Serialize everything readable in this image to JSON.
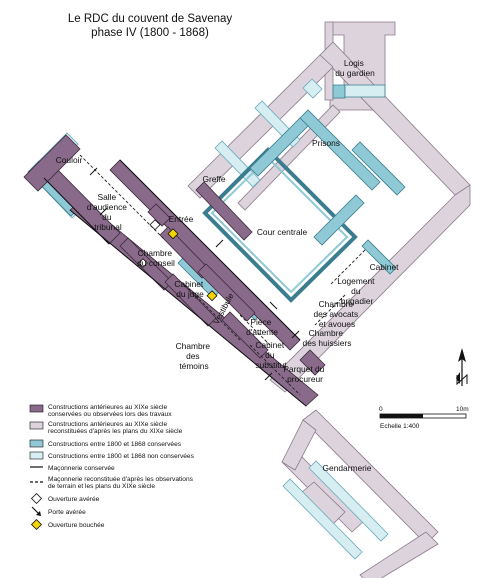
{
  "title": {
    "line1": "Le RDC du couvent de Savenay",
    "line2": "phase IV (1800 - 1868)"
  },
  "colors": {
    "purple_fill": "#8a6a8a",
    "light_purple_fill": "#dcd3dd",
    "blue_fill": "#8fc9d6",
    "light_blue_fill": "#d6eef2",
    "line_dark": "#3a3a3a",
    "yellow": "#f1d400"
  },
  "rooms": {
    "logis": [
      "Logis",
      "du gardien"
    ],
    "prisons": "Prisons",
    "greffe": "Greffe",
    "couloir": "Couloir",
    "salle": [
      "Salle",
      "d'audience",
      "du",
      "tribunal"
    ],
    "entree": "Entrée",
    "cour": "Cour centrale",
    "chambre_conseil": [
      "Chambre",
      "du conseil"
    ],
    "cabinet_juge": [
      "Cabinet",
      "du juge"
    ],
    "vestibule": "Vestibule",
    "piece_attente": [
      "Pièce",
      "d'attente"
    ],
    "cabinet_substitut": [
      "Cabinet",
      "du",
      "substitut"
    ],
    "chambre_temoins": [
      "Chambre",
      "des",
      "témoins"
    ],
    "parquet": [
      "Parquet du",
      "procureur"
    ],
    "cabinet_right": "Cabinet",
    "logement_brigadier": [
      "Logement",
      "du",
      "brigadier"
    ],
    "chambre_avocats": [
      "Chambre",
      "des avocats",
      "et avoues"
    ],
    "chambre_huissiers": [
      "Chambre",
      "des huissiers"
    ],
    "gendarmerie": "Gendarmerie"
  },
  "legend": [
    {
      "icon": "purple-swatch-icon",
      "lines": [
        "Constructions antérieures au XIXe siècle",
        "conservées ou observées lors des travaux"
      ]
    },
    {
      "icon": "light-purple-swatch-icon",
      "lines": [
        "Constructions antérieures au XIXe siècle",
        "reconstituées d'après les plans du XIXe siècle"
      ]
    },
    {
      "icon": "blue-swatch-icon",
      "lines": [
        "Constructions entre 1800 et 1868 conservées"
      ]
    },
    {
      "icon": "light-blue-swatch-icon",
      "lines": [
        "Constructions entre 1800 et 1868 non conservées"
      ]
    },
    {
      "icon": "solid-line-icon",
      "lines": [
        "Maçonnerie conservée"
      ]
    },
    {
      "icon": "dashed-line-icon",
      "lines": [
        "Maçonnerie reconstituée d'après les observations",
        "de terrain et les plans du XIXe siècle"
      ]
    },
    {
      "icon": "diamond-icon",
      "lines": [
        "Ouverture avérée"
      ]
    },
    {
      "icon": "arrow-icon",
      "lines": [
        "Porte avérée"
      ]
    },
    {
      "icon": "yellow-diamond-icon",
      "lines": [
        "Ouverture bouchée"
      ]
    }
  ],
  "scale": {
    "zero": "0",
    "max": "10m",
    "label": "Echelle 1:400"
  },
  "north_arrow_icon": "north-arrow-icon"
}
